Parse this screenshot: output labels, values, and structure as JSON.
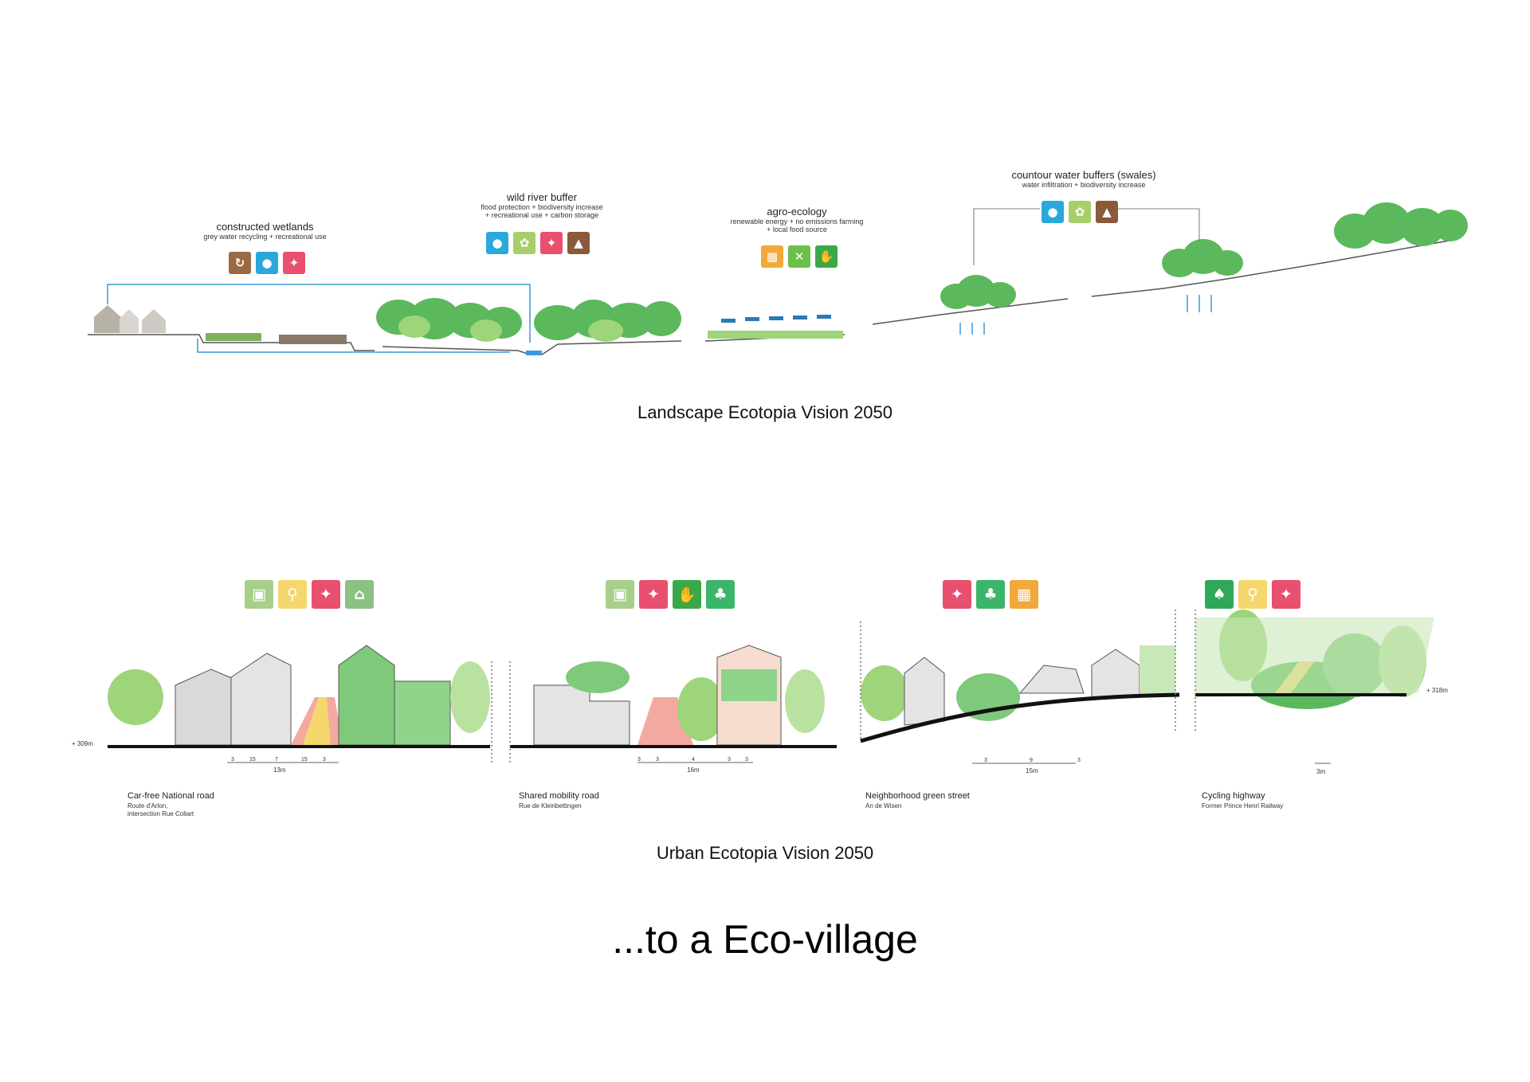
{
  "landscape": {
    "heading": "Landscape Ecotopia Vision 2050",
    "sections": [
      {
        "title": "constructed wetlands",
        "subtitle": "grey water recycling + recreational use",
        "icons": [
          {
            "name": "recycle-icon",
            "glyph": "↻",
            "color": "#9a6a44"
          },
          {
            "name": "water-drop-icon",
            "glyph": "●",
            "color": "#2aa8dc"
          },
          {
            "name": "pedestrian-icon",
            "glyph": "✦",
            "color": "#e8506e"
          }
        ]
      },
      {
        "title": "wild river buffer",
        "subtitle": "flood protection + biodiversity increase",
        "subtitle2": "+ recreational use + carbon storage",
        "icons": [
          {
            "name": "water-drop-icon",
            "glyph": "●",
            "color": "#2aa8dc"
          },
          {
            "name": "butterfly-icon",
            "glyph": "✿",
            "color": "#a6cf6a"
          },
          {
            "name": "pedestrian-icon",
            "glyph": "✦",
            "color": "#e8506e"
          },
          {
            "name": "tree-carbon-icon",
            "glyph": "▲",
            "color": "#8a5a3a"
          }
        ]
      },
      {
        "title": "agro-ecology",
        "subtitle": "renewable energy + no emissions farming",
        "subtitle2": "+ local food source",
        "icons": [
          {
            "name": "solar-panel-icon",
            "glyph": "▦",
            "color": "#f2a93b"
          },
          {
            "name": "fork-knife-icon",
            "glyph": "✕",
            "color": "#6cc04a"
          },
          {
            "name": "hand-plant-icon",
            "glyph": "✋",
            "color": "#3aa848"
          }
        ]
      },
      {
        "title": "countour water buffers (swales)",
        "subtitle": "water infiltration + biodiversity increase",
        "icons": [
          {
            "name": "water-drop-icon",
            "glyph": "●",
            "color": "#2aa8dc"
          },
          {
            "name": "butterfly-icon",
            "glyph": "✿",
            "color": "#a6cf6a"
          },
          {
            "name": "tree-carbon-icon",
            "glyph": "▲",
            "color": "#8a5a3a"
          }
        ]
      }
    ]
  },
  "urban": {
    "heading": "Urban Ecotopia Vision 2050",
    "sections": [
      {
        "title": "Car-free National road",
        "subtitle_lines": [
          "Route d'Arlon,",
          "intersection Rue Collart"
        ],
        "scale": [
          "3",
          "15",
          "7",
          "15",
          "3"
        ],
        "total": "13m",
        "icons": [
          {
            "name": "bus-icon",
            "glyph": "▣",
            "color": "#a8cf8a"
          },
          {
            "name": "bicycle-icon",
            "glyph": "⚲",
            "color": "#f5d76e"
          },
          {
            "name": "pedestrian-icon",
            "glyph": "✦",
            "color": "#e8506e"
          },
          {
            "name": "green-house-icon",
            "glyph": "⌂",
            "color": "#8cc084"
          }
        ]
      },
      {
        "title": "Shared mobility road",
        "subtitle_lines": [
          "Rue de Kleinbettingen"
        ],
        "scale": [
          "3",
          "3",
          "4",
          "3",
          "3"
        ],
        "total": "16m",
        "icons": [
          {
            "name": "bus-icon",
            "glyph": "▣",
            "color": "#a8cf8a"
          },
          {
            "name": "pedestrian-icon",
            "glyph": "✦",
            "color": "#e8506e"
          },
          {
            "name": "hand-plant-icon",
            "glyph": "✋",
            "color": "#3aa848"
          },
          {
            "name": "tree-row-icon",
            "glyph": "♣",
            "color": "#3bb56a"
          }
        ]
      },
      {
        "title": "Neighborhood green street",
        "subtitle_lines": [
          "An de Wisen"
        ],
        "scale": [
          "3",
          "9",
          "3"
        ],
        "total": "15m",
        "icons": [
          {
            "name": "pedestrian-icon",
            "glyph": "✦",
            "color": "#e8506e"
          },
          {
            "name": "tree-row-icon",
            "glyph": "♣",
            "color": "#3bb56a"
          },
          {
            "name": "solar-panel-icon",
            "glyph": "▦",
            "color": "#f2a93b"
          }
        ]
      },
      {
        "title": "Cycling highway",
        "subtitle_lines": [
          "Former Prince Henri Railway"
        ],
        "scale": [],
        "total": "3m",
        "icons": [
          {
            "name": "forest-icon",
            "glyph": "♠",
            "color": "#2fa85a"
          },
          {
            "name": "bicycle-icon",
            "glyph": "⚲",
            "color": "#f5d76e"
          },
          {
            "name": "pedestrian-icon",
            "glyph": "✦",
            "color": "#e8506e"
          }
        ]
      }
    ],
    "elevation_left": "+ 309m",
    "elevation_right": "+ 318m"
  },
  "footer": {
    "text": "...to a Eco-village"
  }
}
